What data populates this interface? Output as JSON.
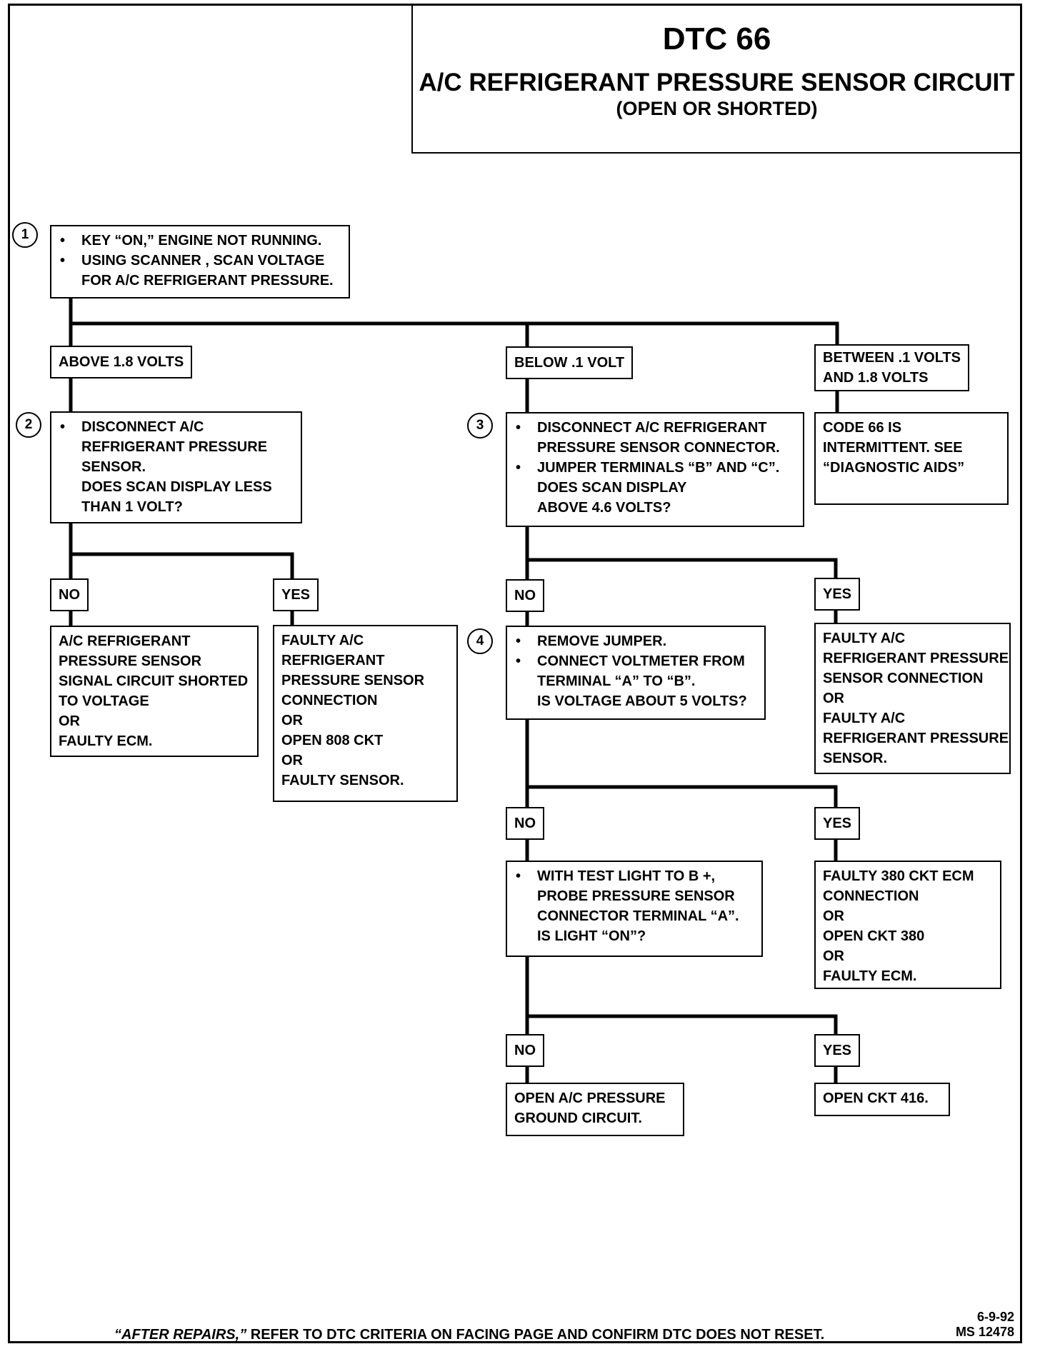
{
  "title": {
    "code": "DTC 66",
    "name": "A/C REFRIGERANT PRESSURE SENSOR CIRCUIT",
    "sub": "(OPEN OR SHORTED)"
  },
  "steps": {
    "s1": {
      "num": "1",
      "bullets": [
        "KEY “ON,” ENGINE NOT RUNNING.",
        "USING SCANNER , SCAN VOLTAGE"
      ],
      "cont": [
        "FOR A/C REFRIGERANT PRESSURE."
      ]
    },
    "s2": {
      "num": "2",
      "bullets": [
        "DISCONNECT A/C"
      ],
      "cont": [
        "REFRIGERANT PRESSURE",
        "SENSOR.",
        "DOES SCAN DISPLAY LESS",
        "THAN 1 VOLT?"
      ]
    },
    "s3": {
      "num": "3",
      "bullets": [
        "DISCONNECT A/C REFRIGERANT"
      ],
      "cont1": [
        "PRESSURE SENSOR CONNECTOR."
      ],
      "bullets2": [
        "JUMPER TERMINALS “B” AND “C”."
      ],
      "cont2": [
        "DOES  SCAN  DISPLAY",
        "ABOVE 4.6 VOLTS?"
      ]
    },
    "s4": {
      "num": "4",
      "bullets": [
        "REMOVE JUMPER.",
        "CONNECT VOLTMETER FROM"
      ],
      "cont": [
        "TERMINAL “A” TO “B”.",
        "IS VOLTAGE ABOUT 5 VOLTS?"
      ]
    },
    "s5": {
      "bullets": [
        "WITH TEST LIGHT TO B +,"
      ],
      "cont": [
        "PROBE PRESSURE SENSOR",
        "CONNECTOR TERMINAL “A”.",
        "IS LIGHT “ON”?"
      ]
    }
  },
  "labels": {
    "above": "ABOVE 1.8 VOLTS",
    "below": "BELOW .1 VOLT",
    "between": [
      "BETWEEN .1 VOLTS",
      "AND 1.8 VOLTS"
    ],
    "no": "NO",
    "yes": "YES"
  },
  "results": {
    "intermittent": [
      "CODE 66 IS",
      "INTERMITTENT.  SEE",
      "“DIAGNOSTIC AIDS”"
    ],
    "shorted": [
      "A/C REFRIGERANT",
      "PRESSURE SENSOR",
      "SIGNAL CIRCUIT SHORTED",
      "TO VOLTAGE",
      "OR",
      "FAULTY ECM."
    ],
    "faulty808": [
      "FAULTY A/C",
      "REFRIGERANT",
      "PRESSURE SENSOR",
      "CONNECTION",
      "OR",
      "OPEN 808 CKT",
      "OR",
      "FAULTY SENSOR."
    ],
    "faultyconn": [
      "FAULTY A/C",
      "REFRIGERANT PRESSURE",
      "SENSOR CONNECTION",
      "OR",
      "FAULTY A/C",
      "REFRIGERANT PRESSURE",
      "SENSOR."
    ],
    "faulty380": [
      "FAULTY 380 CKT ECM",
      "CONNECTION",
      "OR",
      "OPEN CKT 380",
      "OR",
      "FAULTY ECM."
    ],
    "openground": [
      "OPEN A/C PRESSURE",
      "GROUND CIRCUIT."
    ],
    "open416": [
      "OPEN CKT 416."
    ]
  },
  "footer": {
    "italic": "“AFTER REPAIRS,”",
    "rest": " REFER TO DTC CRITERIA ON FACING PAGE AND CONFIRM DTC DOES NOT RESET.",
    "date": "6-9-92",
    "ms": "MS 12478"
  }
}
